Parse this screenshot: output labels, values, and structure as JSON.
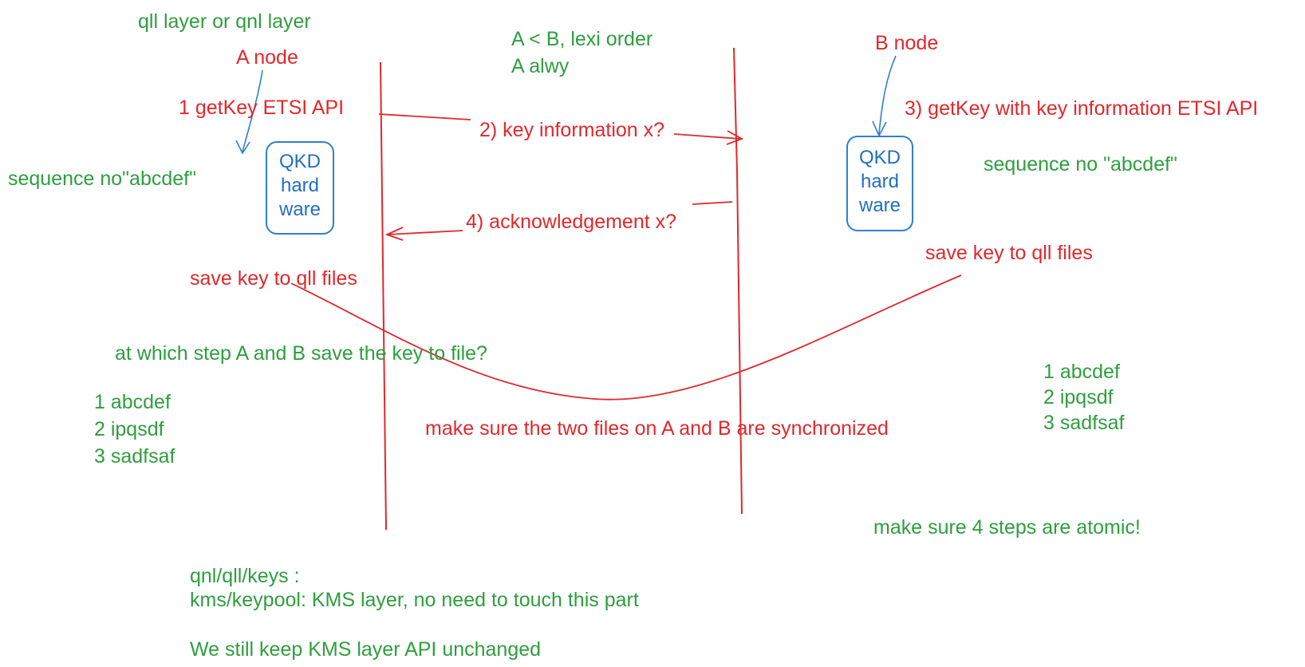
{
  "header": {
    "layer": "qll layer or qnl layer",
    "ordering_line1": "A < B, lexi order",
    "ordering_line2": "A alwy"
  },
  "node_a": {
    "title": "A node",
    "step1": "1 getKey ETSI API",
    "sequence": "sequence no\"abcdef\"",
    "hardware_line1": "QKD",
    "hardware_line2": "hard",
    "hardware_line3": "ware",
    "save": "save key to qll files",
    "keys": [
      "1 abcdef",
      "2 ipqsdf",
      "3 sadfsaf"
    ]
  },
  "node_b": {
    "title": "B node",
    "step3": "3) getKey with key information ETSI API",
    "sequence": "sequence no  \"abcdef\"",
    "hardware_line1": "QKD",
    "hardware_line2": "hard",
    "hardware_line3": "ware",
    "save": "save key to qll files",
    "keys": [
      "1 abcdef",
      "2 ipqsdf",
      "3 sadfsaf"
    ]
  },
  "messages": {
    "step2": "2) key information x?",
    "step4": "4) acknowledgement x?"
  },
  "notes": {
    "question": "at which step A and B save the key to file?",
    "sync": "make sure the two files on A and B are synchronized",
    "atomic": "make sure 4 steps are atomic!",
    "path": "qnl/qll/keys :",
    "keypool": "kms/keypool: KMS layer, no need to touch this part",
    "unchanged": "We still keep KMS layer API unchanged"
  },
  "colors": {
    "green": "#2e9e3f",
    "red": "#e0282c",
    "blue": "#1f6fc2"
  }
}
